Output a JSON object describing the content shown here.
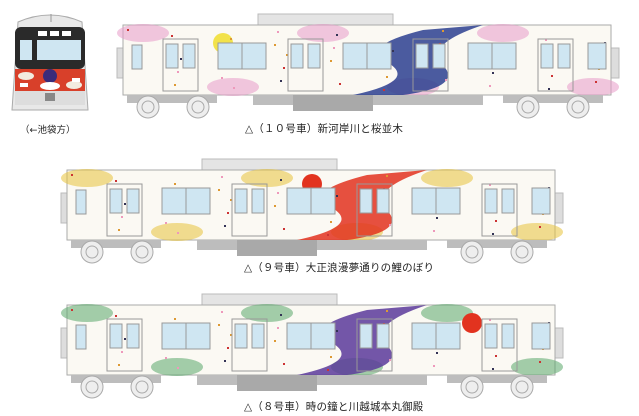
{
  "front_view": {
    "direction_label": "（←池袋方）"
  },
  "cars": [
    {
      "caption": "△（１０号車）新河岸川と桜並木",
      "theme_color": "#e79bc8",
      "accent_color": "#2b3f8f"
    },
    {
      "caption": "△（９号車）大正浪漫夢通りの鯉のぼり",
      "theme_color": "#e8c23a",
      "accent_color": "#e2331f"
    },
    {
      "caption": "△（８号車）時の鐘と川越城本丸御殿",
      "theme_color": "#5aa86a",
      "accent_color": "#5a3a9a"
    }
  ],
  "colors": {
    "body": "#fbf9f3",
    "window": "#cfe6f2",
    "under": "#bdbdbd",
    "front_red": "#d8402a",
    "front_black": "#2a2a2a"
  }
}
